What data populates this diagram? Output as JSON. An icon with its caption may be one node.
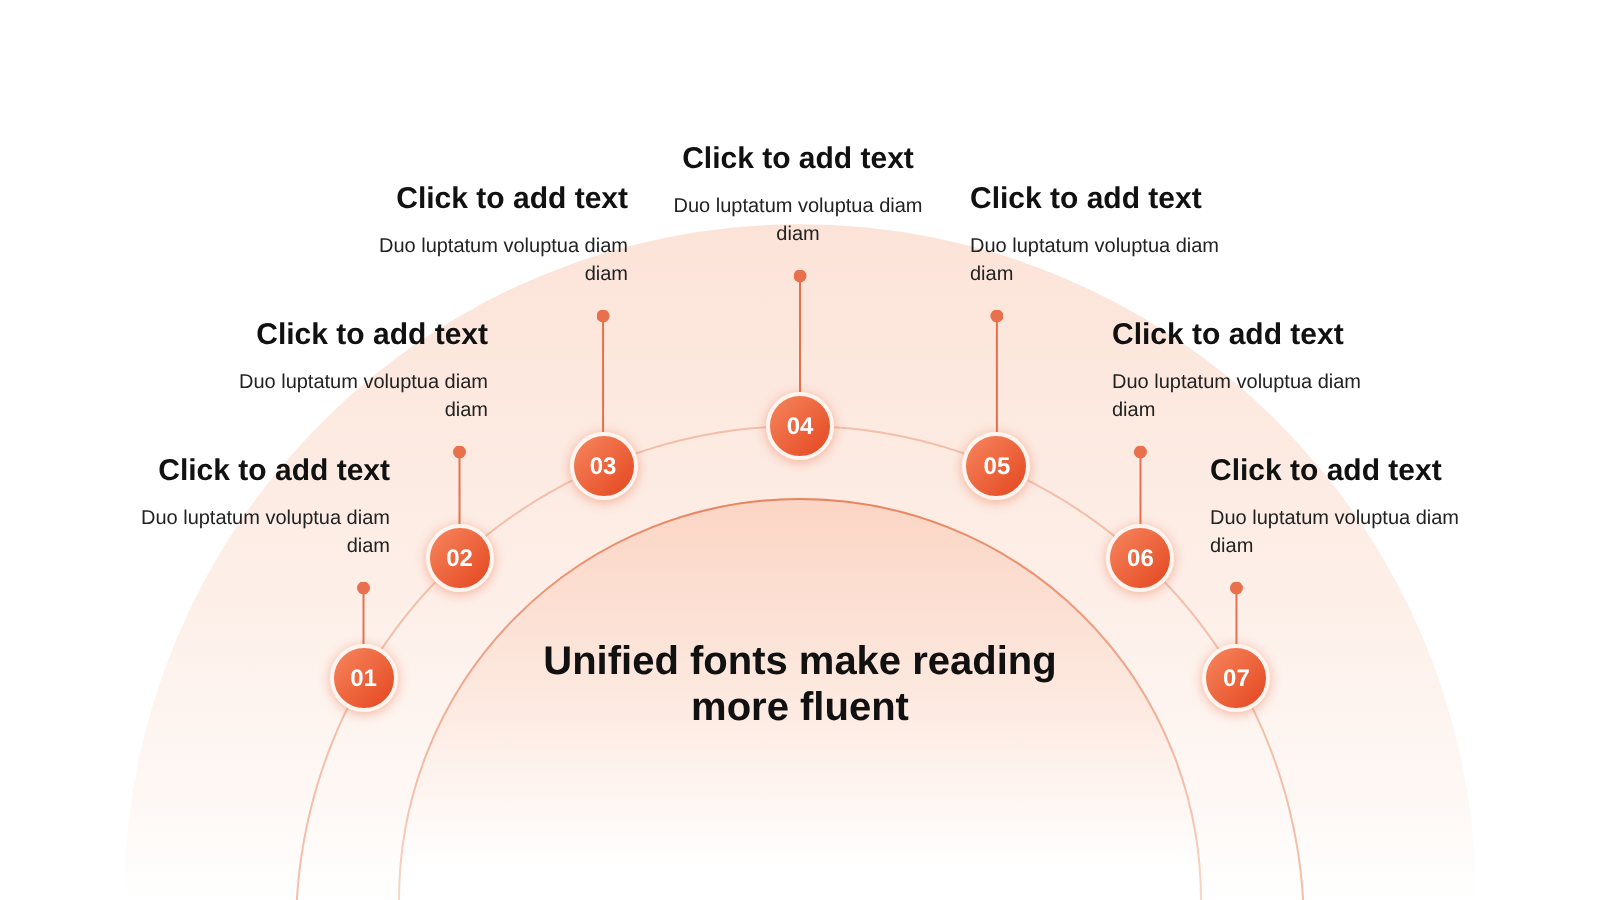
{
  "diagram": {
    "nodes": [
      {
        "text": [
          "Click to add text",
          "Duo luptatum voluptua diam diam"
        ]
      },
      {
        "text": [
          "01"
        ]
      },
      {
        "text": [
          "Click to add text",
          "Duo luptatum voluptua diam diam"
        ]
      },
      {
        "text": [
          "02"
        ]
      },
      {
        "text": [
          "Click to add text",
          "Duo luptatum voluptua diam diam"
        ]
      },
      {
        "text": [
          "03"
        ]
      },
      {
        "text": [
          "Click to add text",
          "Duo luptatum voluptua diam diam"
        ]
      },
      {
        "text": [
          "04"
        ]
      },
      {
        "text": [
          "Click to add text",
          "Duo luptatum voluptua diam diam"
        ]
      },
      {
        "text": [
          "05"
        ]
      },
      {
        "text": [
          "Click to add text",
          "Duo luptatum voluptua diam diam"
        ]
      },
      {
        "text": [
          "06"
        ]
      },
      {
        "text": [
          "Click to add text",
          "Duo luptatum voluptua diam diam"
        ]
      },
      {
        "text": [
          "07"
        ]
      },
      {
        "text": [
          "Unified fonts make reading more fluent"
        ]
      }
    ],
    "edges": [
      {
        "from": 0,
        "to": 1,
        "arrow": "other",
        "color": "#e9704c"
      },
      {
        "from": 2,
        "to": 3,
        "arrow": "other",
        "color": "#e9704c"
      },
      {
        "from": 4,
        "to": 5,
        "arrow": "other",
        "color": "#e9704c"
      },
      {
        "from": 6,
        "to": 7,
        "arrow": "other",
        "color": "#e9704c"
      },
      {
        "from": 8,
        "to": 9,
        "arrow": "other",
        "color": "#e9704c"
      },
      {
        "from": 10,
        "to": 11,
        "arrow": "other",
        "color": "#e9704c"
      },
      {
        "from": 12,
        "to": 13,
        "arrow": "other",
        "color": "#e9704c"
      },
      {
        "from": null,
        "to": 1,
        "arrow": "none"
      },
      {
        "from": 1,
        "to": 3,
        "arrow": "none"
      },
      {
        "from": 3,
        "to": 5,
        "arrow": "none"
      },
      {
        "from": 5,
        "to": 7,
        "arrow": "none"
      },
      {
        "from": 7,
        "to": 9,
        "arrow": "none"
      },
      {
        "from": 9,
        "to": 11,
        "arrow": "none"
      },
      {
        "from": 11,
        "to": 13,
        "arrow": "none"
      },
      {
        "from": 13,
        "to": null,
        "arrow": "none"
      }
    ]
  }
}
